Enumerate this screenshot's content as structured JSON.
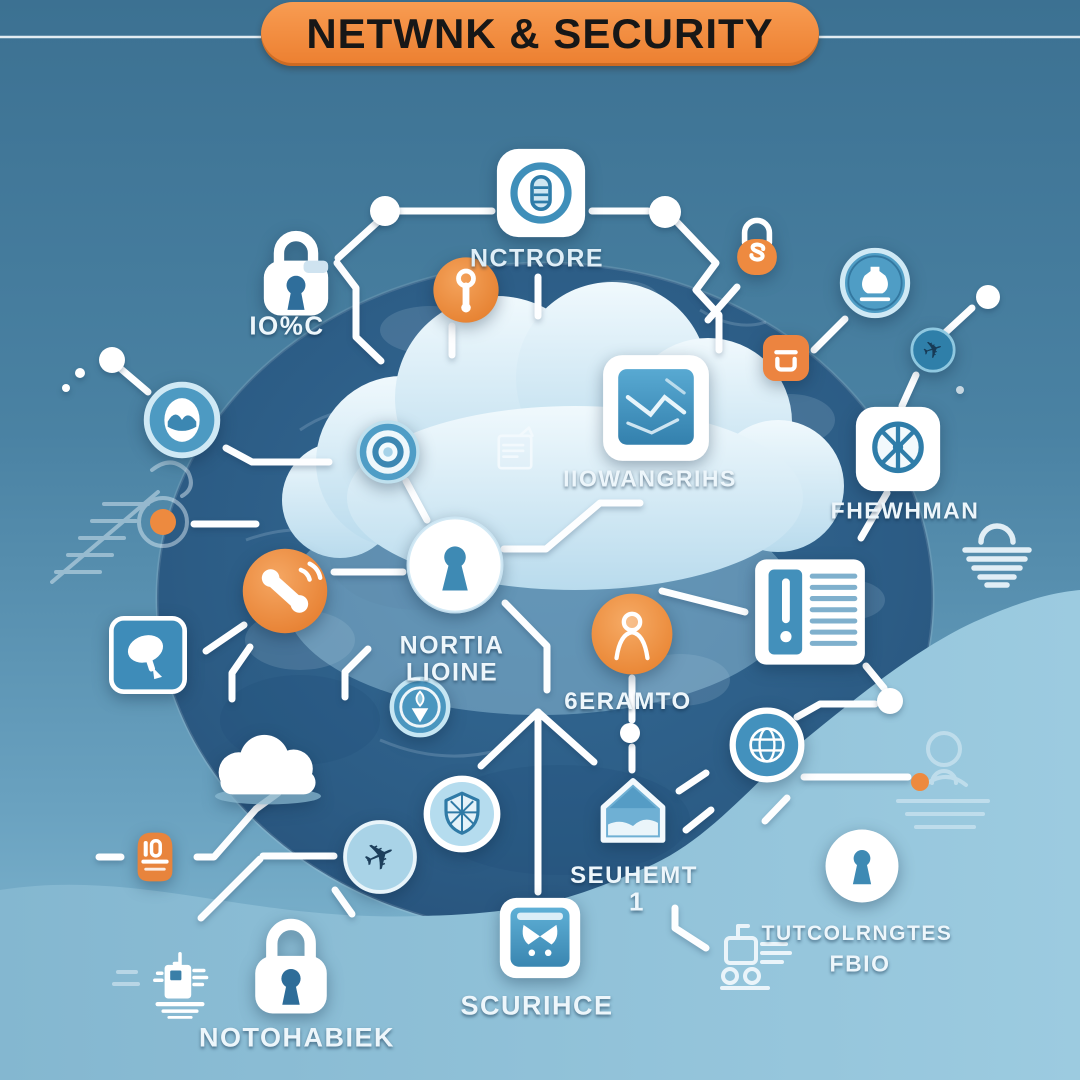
{
  "title": "NETWNK & SECURITY",
  "banner": {
    "background": "#EC7F30",
    "text_color": "#171717"
  },
  "colors": {
    "background_top": "#3C7192",
    "background_bottom": "#8ABFD6",
    "sphere": "#2C5C85",
    "cloud": "#D6EBF6",
    "icon_blue": "#3E8CB9",
    "accent_orange": "#EC8540",
    "line_white": "#FDFEFF"
  },
  "nodes": {
    "padlock_left": {
      "icon": "padlock",
      "label": "IO%C"
    },
    "key": {
      "icon": "key"
    },
    "fingerprint": {
      "icon": "fingerprint",
      "label": "NCTRORE"
    },
    "lock_top_right": {
      "icon": "padlock-orange"
    },
    "money_bag": {
      "icon": "money-bag"
    },
    "clasp": {
      "icon": "clasp"
    },
    "drone_small": {
      "icon": "plane"
    },
    "firewall": {
      "icon": "no-malware",
      "label": "FHEWHMAN"
    },
    "monitor": {
      "icon": "monitor",
      "label": "IIOWANGRIHS"
    },
    "target": {
      "icon": "target"
    },
    "document": {
      "icon": "document"
    },
    "avatar": {
      "icon": "avatar"
    },
    "keyhole_center": {
      "icon": "keyhole",
      "label_line1": "NORTIA",
      "label_line2": "LIOINE"
    },
    "phone": {
      "icon": "phone"
    },
    "satellite": {
      "icon": "satellite-dish"
    },
    "arrow_down": {
      "icon": "arrow-down"
    },
    "person": {
      "icon": "person",
      "label": "6ERAMTO"
    },
    "report": {
      "icon": "report-list"
    },
    "globe": {
      "icon": "globe"
    },
    "keyhole_right": {
      "icon": "keyhole",
      "label_line1": "TUTCOLRNGTES",
      "label_line2": "FBIO"
    },
    "shield_home": {
      "icon": "shield-home",
      "label_line1": "SEUHEMT",
      "label_line2": "1"
    },
    "globe_shield": {
      "icon": "shield-globe"
    },
    "mask_monitor": {
      "icon": "mask-screen",
      "label": "SCURIHCE"
    },
    "cloud_small": {
      "icon": "cloud"
    },
    "stamp": {
      "icon": "seal"
    },
    "plane_bottom": {
      "icon": "plane"
    },
    "padlock_big": {
      "icon": "padlock",
      "label": "NOTOHABIEK"
    },
    "printer": {
      "icon": "printer"
    },
    "cart": {
      "icon": "cart-robot"
    }
  }
}
